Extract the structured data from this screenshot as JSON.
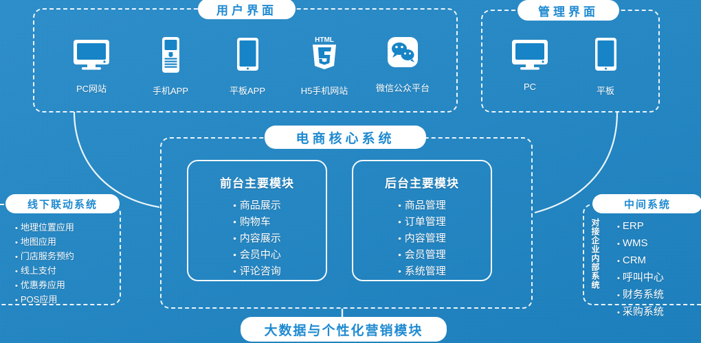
{
  "theme": {
    "background": "#1784c7",
    "pill_background": "#ffffff",
    "pill_text": "#1f8ad1",
    "line_color": "#ffffff"
  },
  "user_interface_panel": {
    "title": "用户界面",
    "items": [
      {
        "label": "PC网站",
        "icon": "monitor-icon"
      },
      {
        "label": "手机APP",
        "icon": "mobile-phone-icon"
      },
      {
        "label": "平板APP",
        "icon": "tablet-icon"
      },
      {
        "label": "H5手机网站",
        "icon": "html5-shield-icon"
      },
      {
        "label": "微信公众平台",
        "icon": "wechat-icon"
      }
    ]
  },
  "admin_interface_panel": {
    "title": "管理界面",
    "items": [
      {
        "label": "PC",
        "icon": "monitor-icon"
      },
      {
        "label": "平板",
        "icon": "tablet-icon"
      }
    ]
  },
  "core_system": {
    "title": "电商核心系统",
    "modules": [
      {
        "title": "前台主要模块",
        "items": [
          "商品展示",
          "购物车",
          "内容展示",
          "会员中心",
          "评论咨询"
        ]
      },
      {
        "title": "后台主要模块",
        "items": [
          "商品管理",
          "订单管理",
          "内容管理",
          "会员管理",
          "系统管理"
        ]
      }
    ]
  },
  "offline_system": {
    "title": "线下联动系统",
    "items": [
      "地理位置应用",
      "地图应用",
      "门店服务预约",
      "线上支付",
      "优惠券应用",
      "POS应用"
    ]
  },
  "middleware_system": {
    "title": "中间系统",
    "vertical_note": "对接企业内部系统",
    "items": [
      "ERP",
      "WMS",
      "CRM",
      "呼叫中心",
      "财务系统",
      "采购系统"
    ]
  },
  "bottom_module": {
    "title": "大数据与个性化营销模块"
  }
}
